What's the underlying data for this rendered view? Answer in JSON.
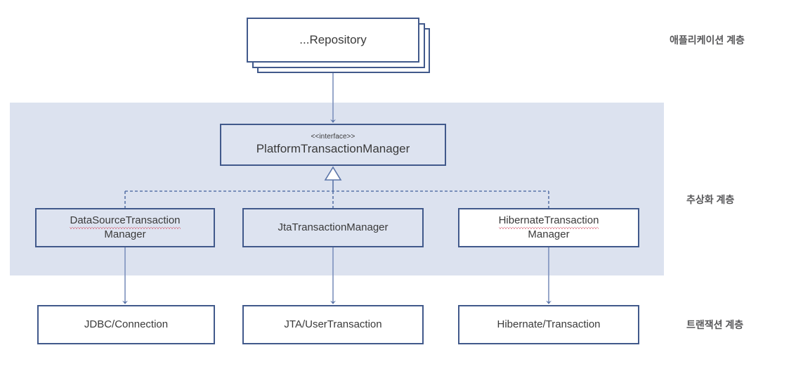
{
  "diagram": {
    "title": "Spring Transaction Abstraction Layers",
    "colors": {
      "band_fill": "#dce2ef",
      "box_border": "#41598b",
      "box_fill_white": "#ffffff",
      "box_fill_tinted": "#dde3f0",
      "connector": "#5a74a8",
      "text": "#3a3a3a",
      "caption_text": "#58585a",
      "spellcheck_underline": "#d1475c"
    },
    "application_layer": {
      "repository": {
        "label": "...Repository",
        "stacked": true,
        "stack_count": 3
      }
    },
    "abstraction_layer": {
      "interface": {
        "stereotype": "<<interface>>",
        "name": "PlatformTransactionManager"
      },
      "implementations": [
        {
          "line1": "DataSourceTransaction",
          "line2": "Manager",
          "misspelled": true
        },
        {
          "line1": "JtaTransactionManager",
          "line2": "",
          "misspelled": false
        },
        {
          "line1": "HibernateTransaction",
          "line2": "Manager",
          "misspelled": true
        }
      ]
    },
    "transaction_layer": {
      "resources": [
        {
          "label": "JDBC/Connection"
        },
        {
          "label": "JTA/UserTransaction"
        },
        {
          "label": "Hibernate/Transaction"
        }
      ]
    },
    "layer_captions": [
      {
        "label": "애플리케이션 계층"
      },
      {
        "label": "추상화 계층"
      },
      {
        "label": "트랜잭션 계층"
      }
    ]
  }
}
